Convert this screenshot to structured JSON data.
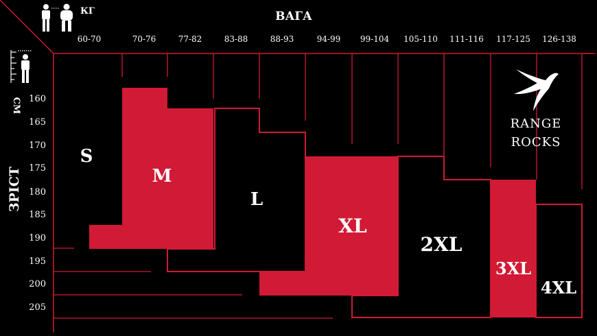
{
  "header": {
    "weight_unit": "КГ",
    "weight_title": "ВАГА",
    "height_unit": "СМ",
    "height_title": "ЗРІСТ"
  },
  "weight_ranges": [
    "60-70",
    "70-76",
    "77-82",
    "83-88",
    "88-93",
    "94-99",
    "99-104",
    "105-110",
    "111-116",
    "117-125",
    "126-138"
  ],
  "height_marks": [
    "160",
    "165",
    "170",
    "175",
    "180",
    "185",
    "190",
    "195",
    "200",
    "205"
  ],
  "sizes": [
    {
      "label": "S"
    },
    {
      "label": "M"
    },
    {
      "label": "L"
    },
    {
      "label": "XL"
    },
    {
      "label": "2XL"
    },
    {
      "label": "3XL"
    },
    {
      "label": "4XL"
    }
  ],
  "brand": {
    "line1": "RANGE",
    "line2": "ROCKS",
    "logo_icon": "swallow-bird-icon"
  },
  "colors": {
    "background": "#000000",
    "accent": "#d11a35",
    "text": "#ffffff"
  }
}
